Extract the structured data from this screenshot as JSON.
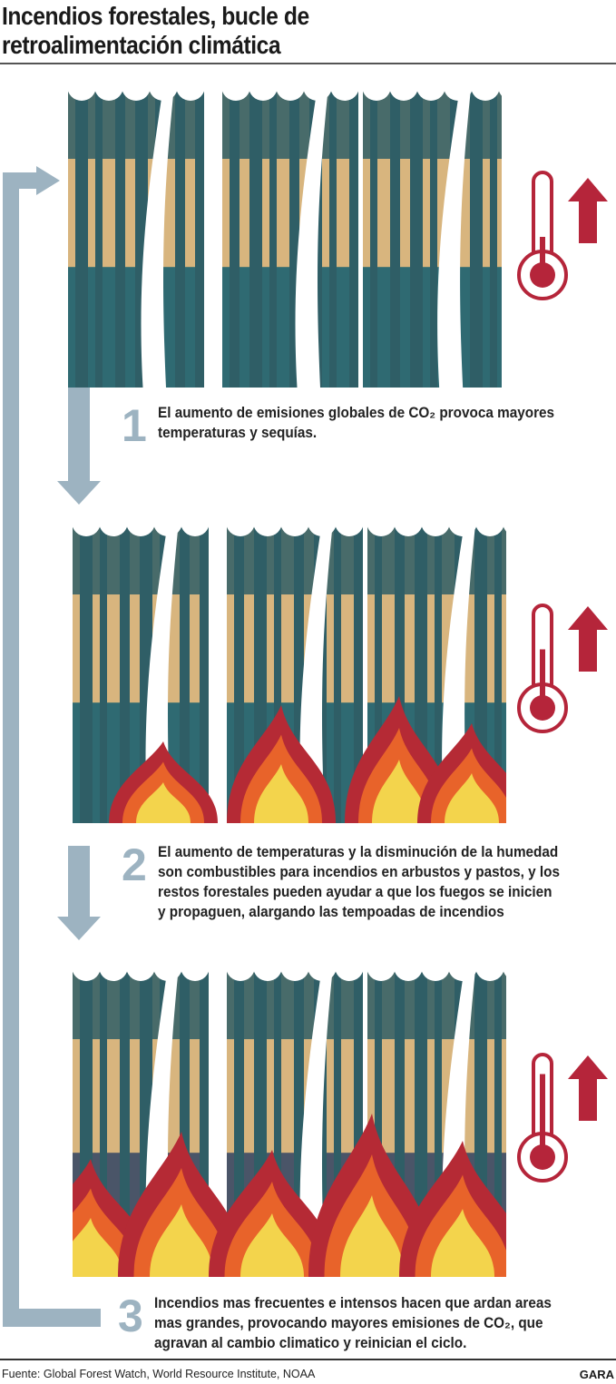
{
  "title": {
    "line1": "Incendios forestales, bucle de",
    "line2": "retroalimentación climática"
  },
  "steps": [
    {
      "number": "1",
      "lines": [
        "El aumento de emisiones globales de CO₂ provoca mayores",
        "temperaturas y sequías."
      ]
    },
    {
      "number": "2",
      "lines": [
        "El aumento de temperaturas y la disminución de la humedad",
        "son combustibles para incendios en arbustos y pastos, y los",
        "restos forestales pueden ayudar a que los fuegos se inicien",
        "y propaguen, alargando las tempoadas de incendios"
      ]
    },
    {
      "number": "3",
      "lines": [
        "Incendios mas frecuentes e intensos hacen que ardan areas",
        "mas grandes, provocando mayores emisiones de CO₂, que",
        "agravan al cambio climatico y reinician el ciclo."
      ]
    }
  ],
  "thermometer_levels": [
    0.3,
    0.55,
    0.85
  ],
  "footer": {
    "source": "Fuente: Global Forest Watch, World Resource Institute, NOAA",
    "brand": "GARA"
  },
  "colors": {
    "loop": "#9db3c1",
    "thermo": "#b5253a",
    "tan": "#d8b57e",
    "teal": "#2f5e66",
    "fire_red": "#b52a35",
    "fire_orange": "#e8632a",
    "fire_yellow": "#f3d44c"
  }
}
